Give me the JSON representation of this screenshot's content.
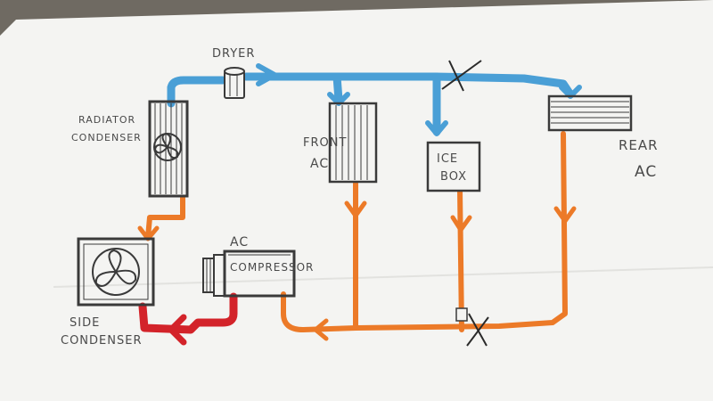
{
  "labels": {
    "dryer": "DRYER",
    "radiator": "RADIATOR",
    "condenser": "CONDENSER",
    "front": "FRONT",
    "front_ac": "AC",
    "ice": "ICE",
    "box": "BOX",
    "rear": "REAR",
    "rear_ac": "AC",
    "ac": "AC",
    "compressor": "COMPRESSOR",
    "side": "SIDE",
    "side_condenser": "CONDENSER"
  },
  "colors": {
    "paper": "#f4f4f2",
    "background": "#6f6a62",
    "high_pressure_line": "#4a9fd6",
    "low_pressure_line": "#ec7a28",
    "hot_line": "#d3232a",
    "pencil": "#3a3a3a"
  },
  "components": {
    "radiator_condenser": "fan-icon",
    "side_condenser": "fan-icon",
    "dryer": "canister-icon",
    "front_ac": "evaporator-icon",
    "ice_box": "box-icon",
    "rear_ac": "evaporator-icon",
    "ac_compressor": "compressor-icon",
    "blocked_marks": "x-mark-icon"
  }
}
